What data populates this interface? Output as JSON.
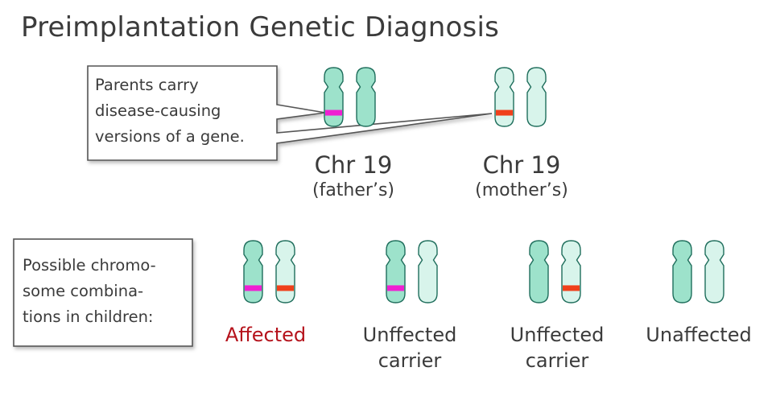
{
  "title": "Preimplantation Genetic Diagnosis",
  "callout_parents": {
    "lines": [
      "Parents carry",
      "disease-causing",
      "versions of a gene."
    ]
  },
  "callout_children": {
    "lines": [
      "Possible chromo-",
      "some combina-",
      "tions in children:"
    ]
  },
  "parents": [
    {
      "name": "Chr 19",
      "owner": "(father’s)"
    },
    {
      "name": "Chr 19",
      "owner": "(mother’s)"
    }
  ],
  "children": [
    {
      "label_lines": [
        "Affected"
      ],
      "status": "affected"
    },
    {
      "label_lines": [
        "Unffected",
        "carrier"
      ],
      "status": "carrier"
    },
    {
      "label_lines": [
        "Unffected",
        "carrier"
      ],
      "status": "carrier"
    },
    {
      "label_lines": [
        "Unaffected"
      ],
      "status": "unaffected"
    }
  ],
  "colors": {
    "father_fill": "#9de2cb",
    "mother_fill": "#d8f4eb",
    "outline": "#1f6e5c",
    "father_mutation": "#ef1fd2",
    "mother_mutation": "#f0401b",
    "affected_text": "#b5121b",
    "text": "#3b3b3b",
    "callout_border": "#555555"
  }
}
